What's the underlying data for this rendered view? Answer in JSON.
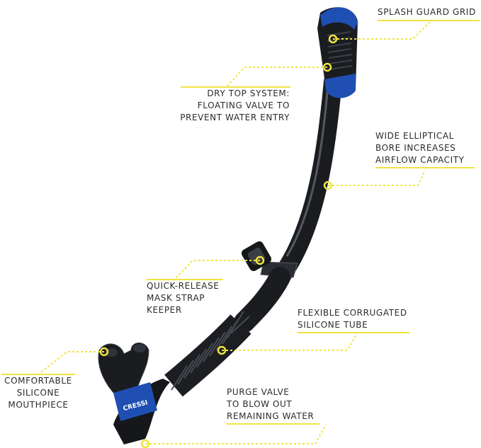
{
  "colors": {
    "callout": "#f0e442",
    "tube": "#1a1c20",
    "accent_blue": "#1f4fb2",
    "text": "#2b2b2b"
  },
  "brand_logo": "CRESSI",
  "callouts": {
    "splash_guard": {
      "lines": [
        "SPLASH GUARD GRID"
      ]
    },
    "dry_top": {
      "lines": [
        "DRY TOP SYSTEM:",
        "FLOATING VALVE TO",
        "PREVENT WATER ENTRY"
      ]
    },
    "bore": {
      "lines": [
        "WIDE ELLIPTICAL",
        "BORE INCREASES",
        "AIRFLOW CAPACITY"
      ]
    },
    "mask_keeper": {
      "lines": [
        "QUICK-RELEASE",
        "MASK STRAP",
        "KEEPER"
      ]
    },
    "corrugated": {
      "lines": [
        "FLEXIBLE CORRUGATED",
        "SILICONE TUBE"
      ]
    },
    "mouthpiece": {
      "lines": [
        "COMFORTABLE",
        "SILICONE",
        "MOUTHPIECE"
      ]
    },
    "purge": {
      "lines": [
        "PURGE VALVE",
        "TO BLOW OUT",
        "REMAINING WATER"
      ]
    }
  }
}
